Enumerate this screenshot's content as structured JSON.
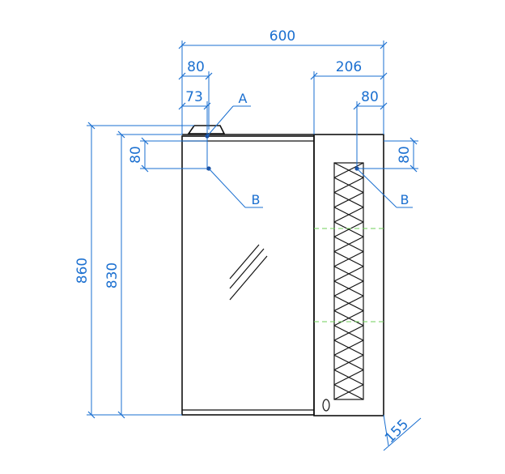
{
  "dimensions": {
    "overall_width": "600",
    "left_offset_80": "80",
    "left_offset_73": "73",
    "cabinet_width": "206",
    "cabinet_offset_80": "80",
    "left_height_80": "80",
    "right_height_80": "80",
    "total_height": "860",
    "mirror_height": "830",
    "depth": "155"
  },
  "markers": {
    "a": "A",
    "b_left": "B",
    "b_right": "B"
  },
  "colors": {
    "dimension": "#1a6fd0",
    "outline": "#111111",
    "shelf": "#6fcf5a"
  }
}
